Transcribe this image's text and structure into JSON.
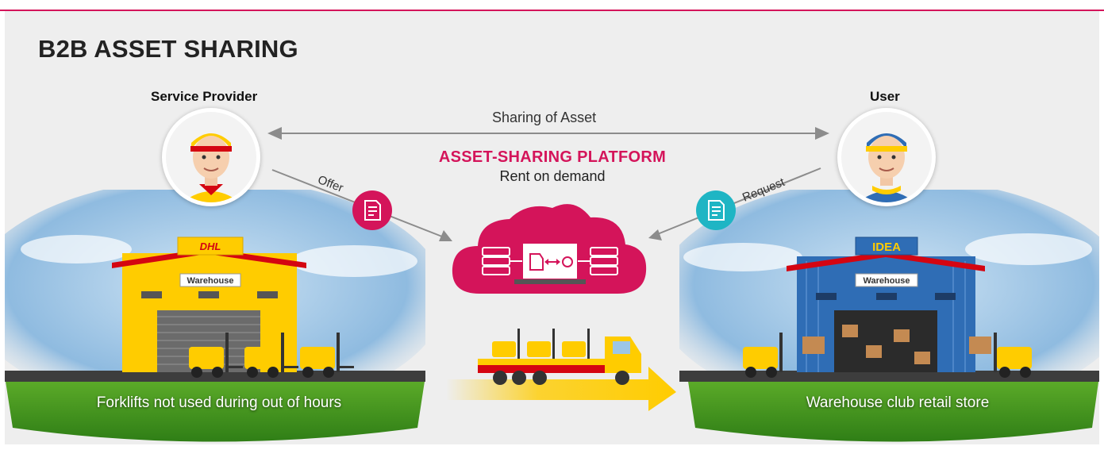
{
  "title": "B2B ASSET SHARING",
  "roles": {
    "provider": "Service Provider",
    "user": "User"
  },
  "flows": {
    "sharing": "Sharing of Asset",
    "offer": "Offer",
    "request": "Request"
  },
  "platform": {
    "title": "ASSET-SHARING PLATFORM",
    "subtitle": "Rent on demand"
  },
  "left_scene": {
    "sign": "Warehouse",
    "logo": "DHL",
    "caption": "Forklifts not used during out of hours"
  },
  "right_scene": {
    "sign": "Warehouse",
    "logo": "IDEA",
    "caption": "Warehouse club retail store"
  },
  "colors": {
    "accent": "#d4145a",
    "teal": "#1fb5c4",
    "dhl_yellow": "#ffcc00",
    "dhl_red": "#d40511",
    "idea_blue": "#2f6db5",
    "arrow_gray": "#8c8c8c"
  },
  "icons": {
    "document": "document-icon",
    "cloud": "cloud-icon",
    "truck": "truck-icon",
    "forklift": "forklift-icon"
  }
}
